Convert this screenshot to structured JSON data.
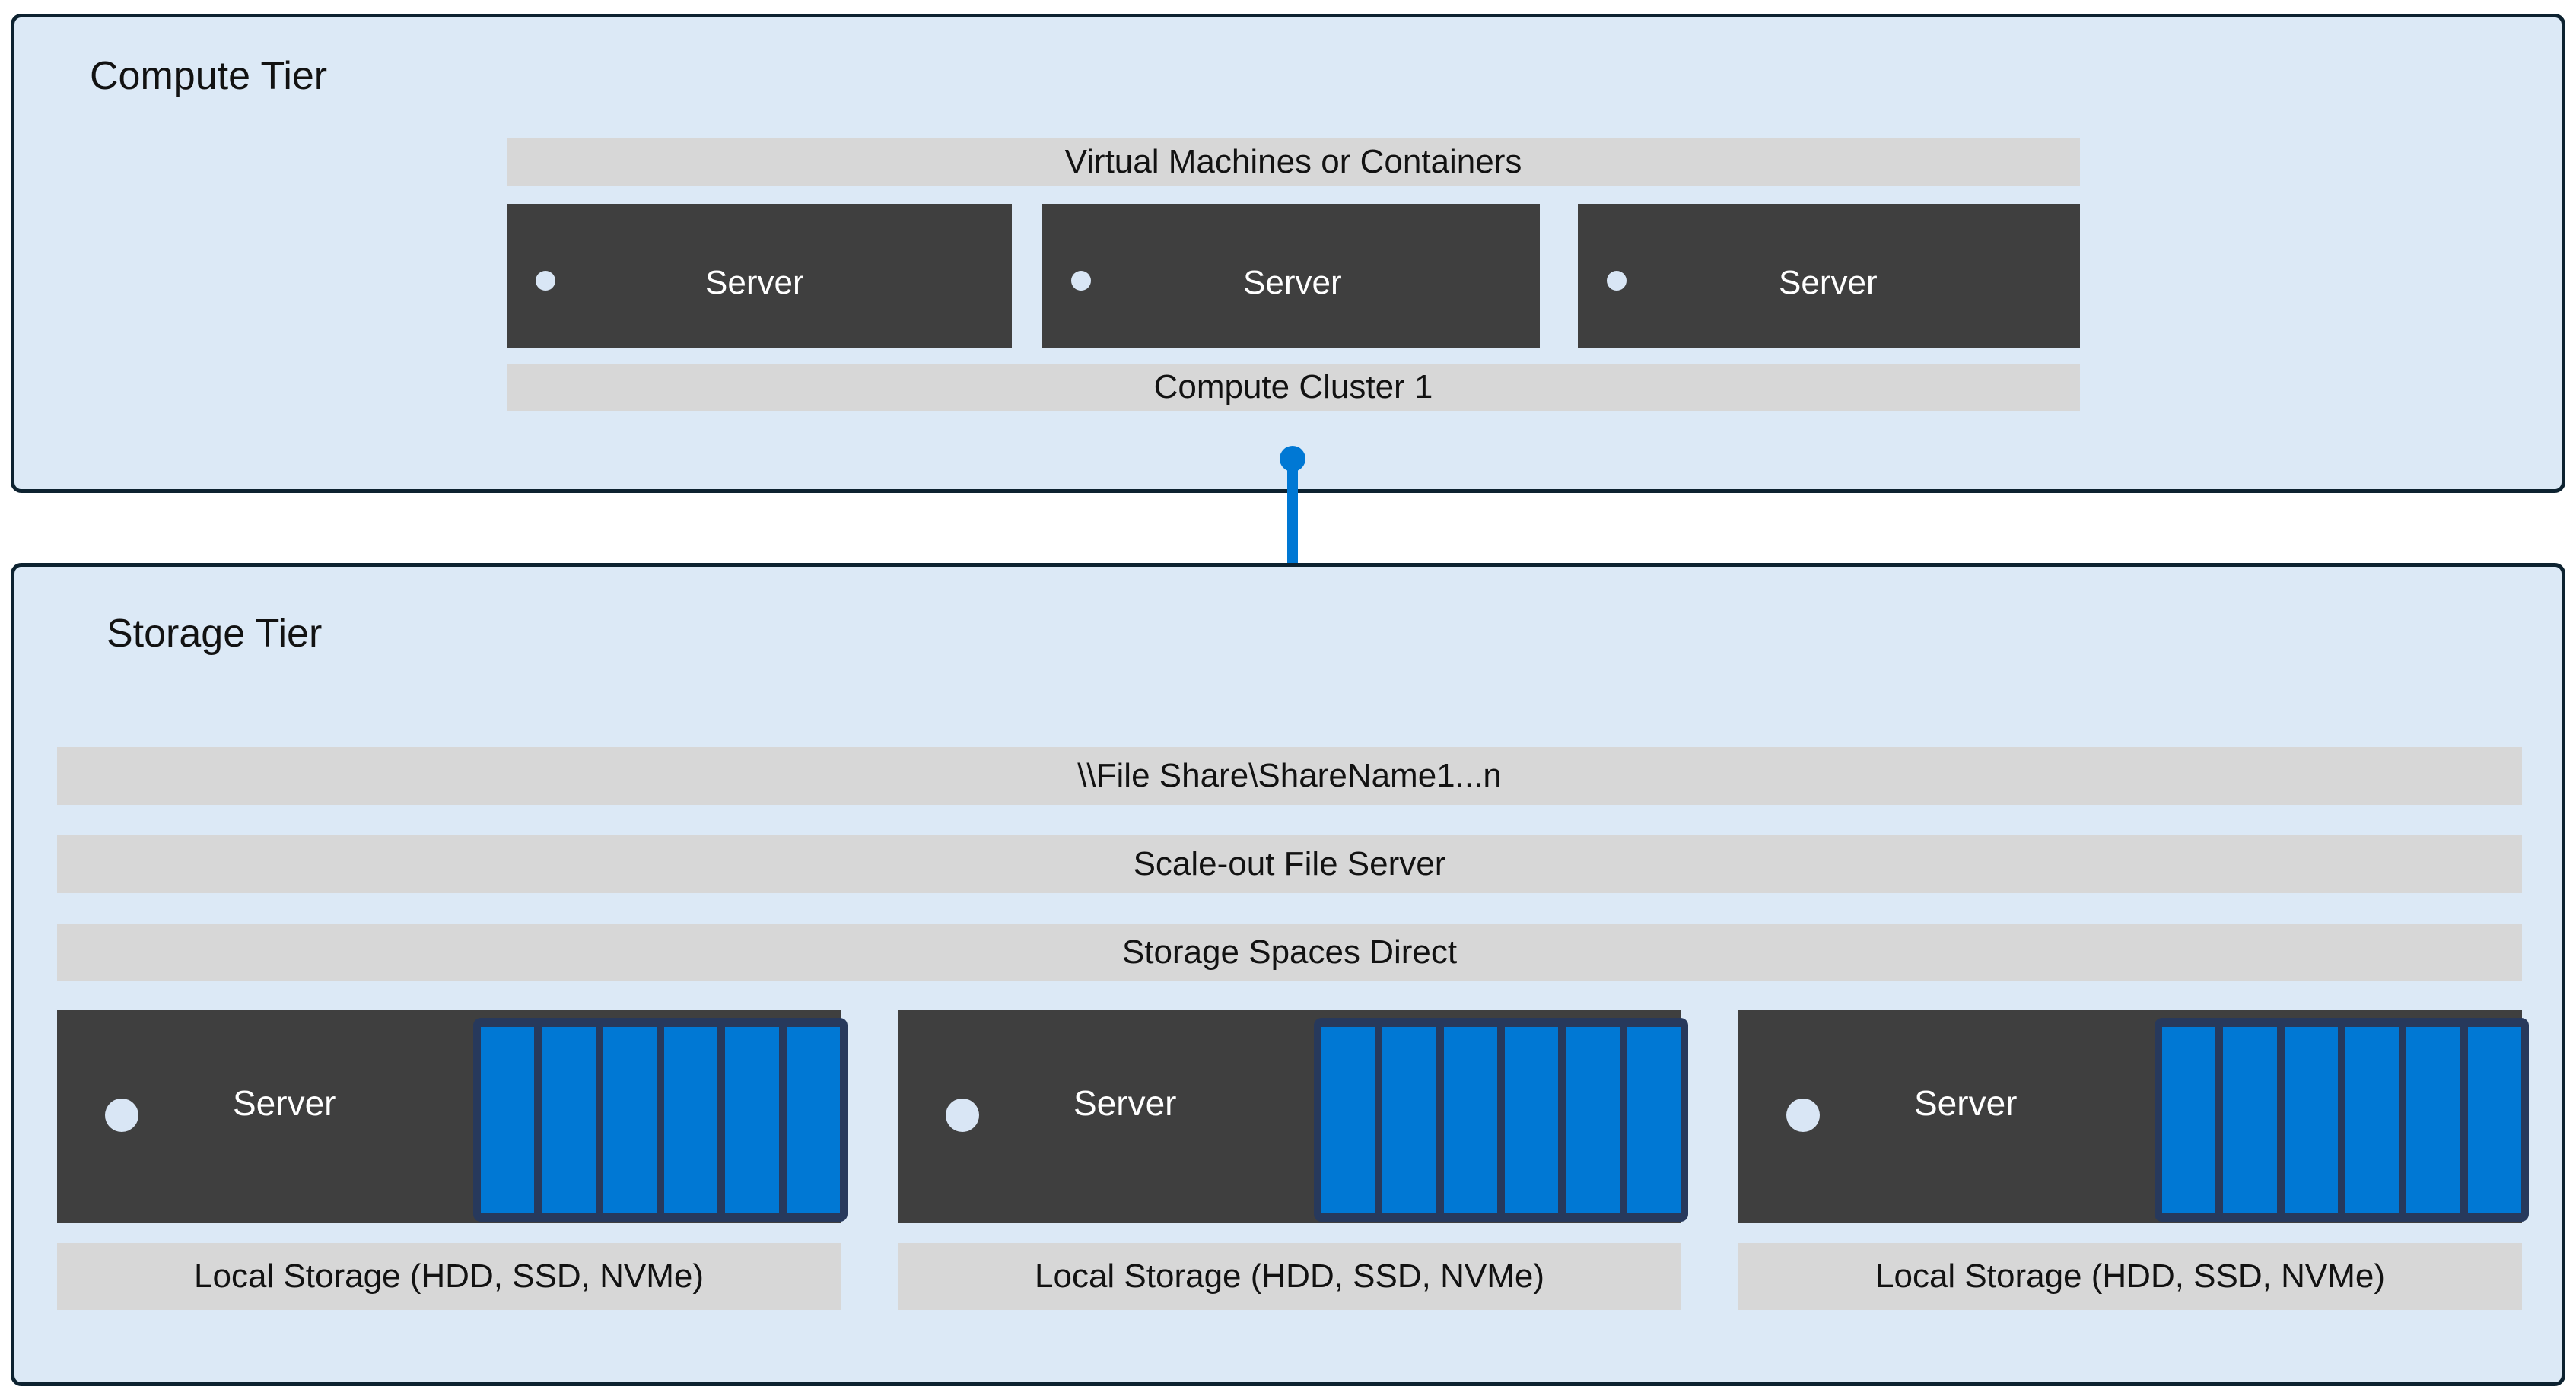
{
  "diagram": {
    "palette": {
      "panel_background": "#dce9f6",
      "panel_border": "#0d2230",
      "bar_gray": "#d7d7d7",
      "server_dark": "#3f3f3f",
      "accent_blue": "#0078d4",
      "disk_frame_navy": "#27395c",
      "status_dot": "#d9e6f5",
      "page_background": "#ffffff"
    },
    "compute_tier": {
      "title": "Compute Tier",
      "vm_bar_label": "Virtual Machines or Containers",
      "cluster_bar_label": "Compute Cluster 1",
      "servers": [
        {
          "label": "Server"
        },
        {
          "label": "Server"
        },
        {
          "label": "Server"
        }
      ]
    },
    "connector": {
      "icon": "folder-icon",
      "endpoint_top": "compute-cluster",
      "endpoint_bottom": "file-share"
    },
    "storage_tier": {
      "title": "Storage Tier",
      "bars": [
        {
          "label": "\\\\File Share\\ShareName1...n"
        },
        {
          "label": "Scale-out File Server"
        },
        {
          "label": "Storage Spaces Direct"
        }
      ],
      "nodes": [
        {
          "server_label": "Server",
          "disk_count": 6,
          "local_storage_label": "Local Storage (HDD, SSD, NVMe)"
        },
        {
          "server_label": "Server",
          "disk_count": 6,
          "local_storage_label": "Local Storage (HDD, SSD, NVMe)"
        },
        {
          "server_label": "Server",
          "disk_count": 6,
          "local_storage_label": "Local Storage (HDD, SSD, NVMe)"
        }
      ]
    }
  }
}
